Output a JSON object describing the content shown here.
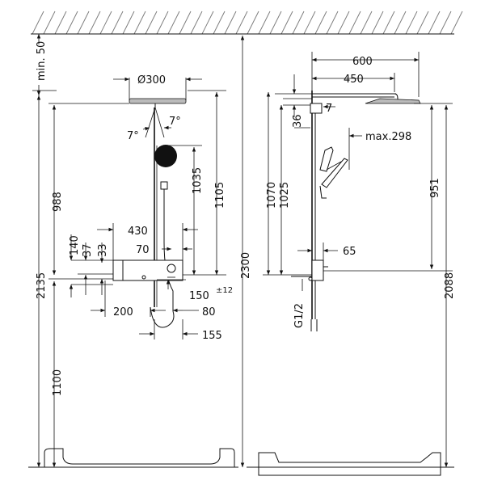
{
  "labels": {
    "min50": "min. 50",
    "dia300": "Ø300",
    "deg7a": "7°",
    "deg7b": "7°",
    "d988": "988",
    "d140": "140",
    "d37": "37",
    "d33": "33",
    "d2135": "2135",
    "d1100": "1100",
    "d430": "430",
    "d70": "70",
    "d1035": "1035",
    "d1105": "1105",
    "d150": "150",
    "d150tol": "±12",
    "d200": "200",
    "d80": "80",
    "d155": "155",
    "d2300": "2300",
    "d600": "600",
    "d450": "450",
    "d7": "7",
    "d36": "36",
    "max298": "max.298",
    "d1070": "1070",
    "d1025": "1025",
    "d951": "951",
    "d2088": "2088",
    "d65": "65",
    "g12": "G1/2"
  }
}
